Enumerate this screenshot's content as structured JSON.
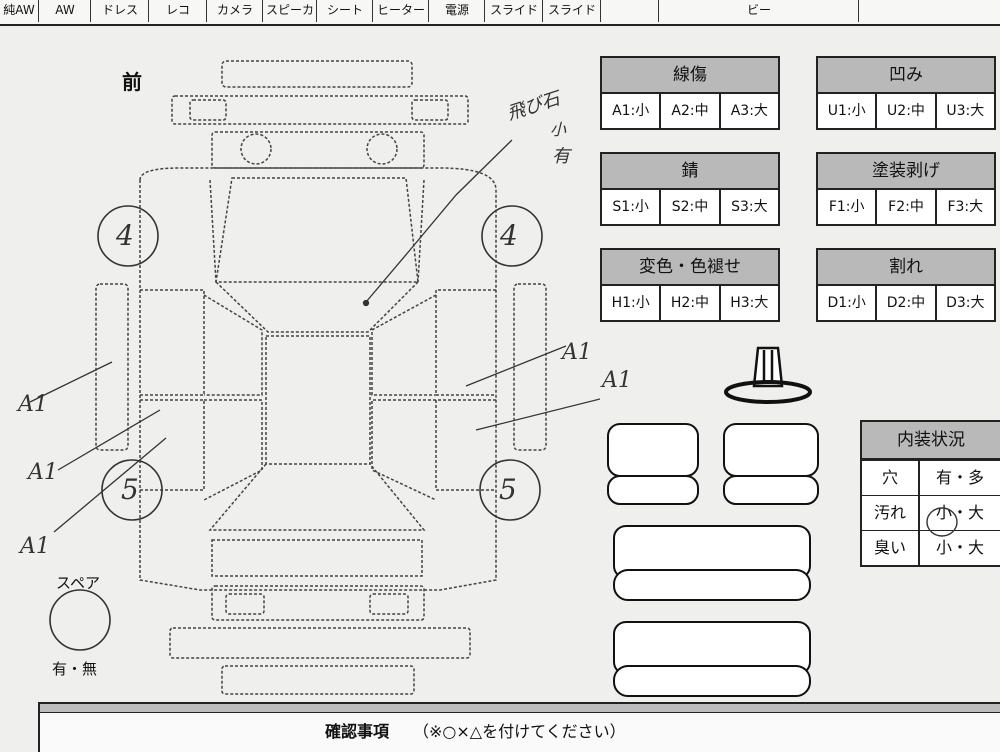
{
  "top_strip": {
    "cells": [
      "純AW",
      "AW",
      "ドレス",
      "レコ",
      "カメラ",
      "スピーカ",
      "シート",
      "ヒーター",
      "電源",
      "スライド",
      "スライド",
      "",
      "ビー",
      ""
    ]
  },
  "diagram": {
    "front_label": "前",
    "spare_label": "スペア",
    "spare_options": "有・無",
    "tire_numbers": [
      "4",
      "4",
      "5",
      "5"
    ],
    "annotations": {
      "handwritten_note": [
        "飛び石",
        "小",
        "有"
      ],
      "damage_codes": [
        "A1",
        "A1",
        "A1",
        "A1",
        "A1"
      ]
    }
  },
  "legends": [
    {
      "title": "線傷",
      "codes": [
        "A1:小",
        "A2:中",
        "A3:大"
      ]
    },
    {
      "title": "凹み",
      "codes": [
        "U1:小",
        "U2:中",
        "U3:大"
      ]
    },
    {
      "title": "錆",
      "codes": [
        "S1:小",
        "S2:中",
        "S3:大"
      ]
    },
    {
      "title": "塗装剥げ",
      "codes": [
        "F1:小",
        "F2:中",
        "F3:大"
      ]
    },
    {
      "title": "変色・色褪せ",
      "codes": [
        "H1:小",
        "H2:中",
        "H3:大"
      ]
    },
    {
      "title": "割れ",
      "codes": [
        "D1:小",
        "D2:中",
        "D3:大"
      ]
    }
  ],
  "interior": {
    "title": "内装状況",
    "rows": [
      {
        "label": "穴",
        "value": "有・多"
      },
      {
        "label": "汚れ",
        "value": "小・大"
      },
      {
        "label": "臭い",
        "value": "小・大"
      }
    ]
  },
  "bottom_bar": {
    "title": "確認事項",
    "note": "（※○×△を付けてください）"
  }
}
